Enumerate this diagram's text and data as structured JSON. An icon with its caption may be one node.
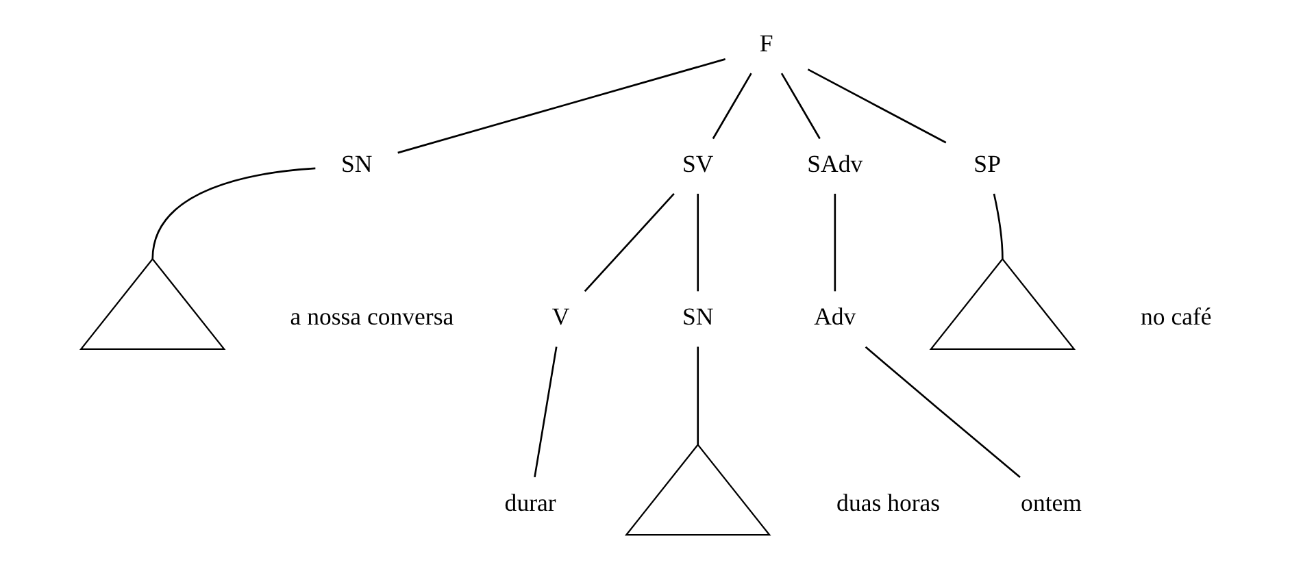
{
  "diagram": {
    "nodes": [
      {
        "text": [
          "F"
        ]
      },
      {
        "text": [
          "SN"
        ]
      },
      {
        "text": [
          "SV"
        ]
      },
      {
        "text": [
          "SAdv"
        ]
      },
      {
        "text": [
          "SP"
        ]
      },
      {
        "text": [],
        "shape": "triangle",
        "beside": [
          "a nossa conversa"
        ]
      },
      {
        "text": [
          "V"
        ]
      },
      {
        "text": [
          "SN"
        ]
      },
      {
        "text": [
          "Adv"
        ]
      },
      {
        "text": [],
        "shape": "triangle",
        "beside": [
          "no café"
        ]
      },
      {
        "text": [
          "durar"
        ]
      },
      {
        "text": [],
        "shape": "triangle",
        "beside": [
          "duas horas"
        ]
      },
      {
        "text": [
          "ontem"
        ]
      }
    ],
    "edges": [
      {
        "from": 0,
        "to": 1,
        "arrow": "none"
      },
      {
        "from": 0,
        "to": 2,
        "arrow": "none"
      },
      {
        "from": 0,
        "to": 3,
        "arrow": "none"
      },
      {
        "from": 0,
        "to": 4,
        "arrow": "none"
      },
      {
        "from": 1,
        "to": 5,
        "arrow": "none"
      },
      {
        "from": 2,
        "to": 6,
        "arrow": "none"
      },
      {
        "from": 2,
        "to": 7,
        "arrow": "none"
      },
      {
        "from": 3,
        "to": 8,
        "arrow": "none"
      },
      {
        "from": 4,
        "to": 9,
        "arrow": "none"
      },
      {
        "from": 6,
        "to": 10,
        "arrow": "none"
      },
      {
        "from": 7,
        "to": 11,
        "arrow": "none"
      },
      {
        "from": 8,
        "to": 12,
        "arrow": "none"
      }
    ]
  }
}
